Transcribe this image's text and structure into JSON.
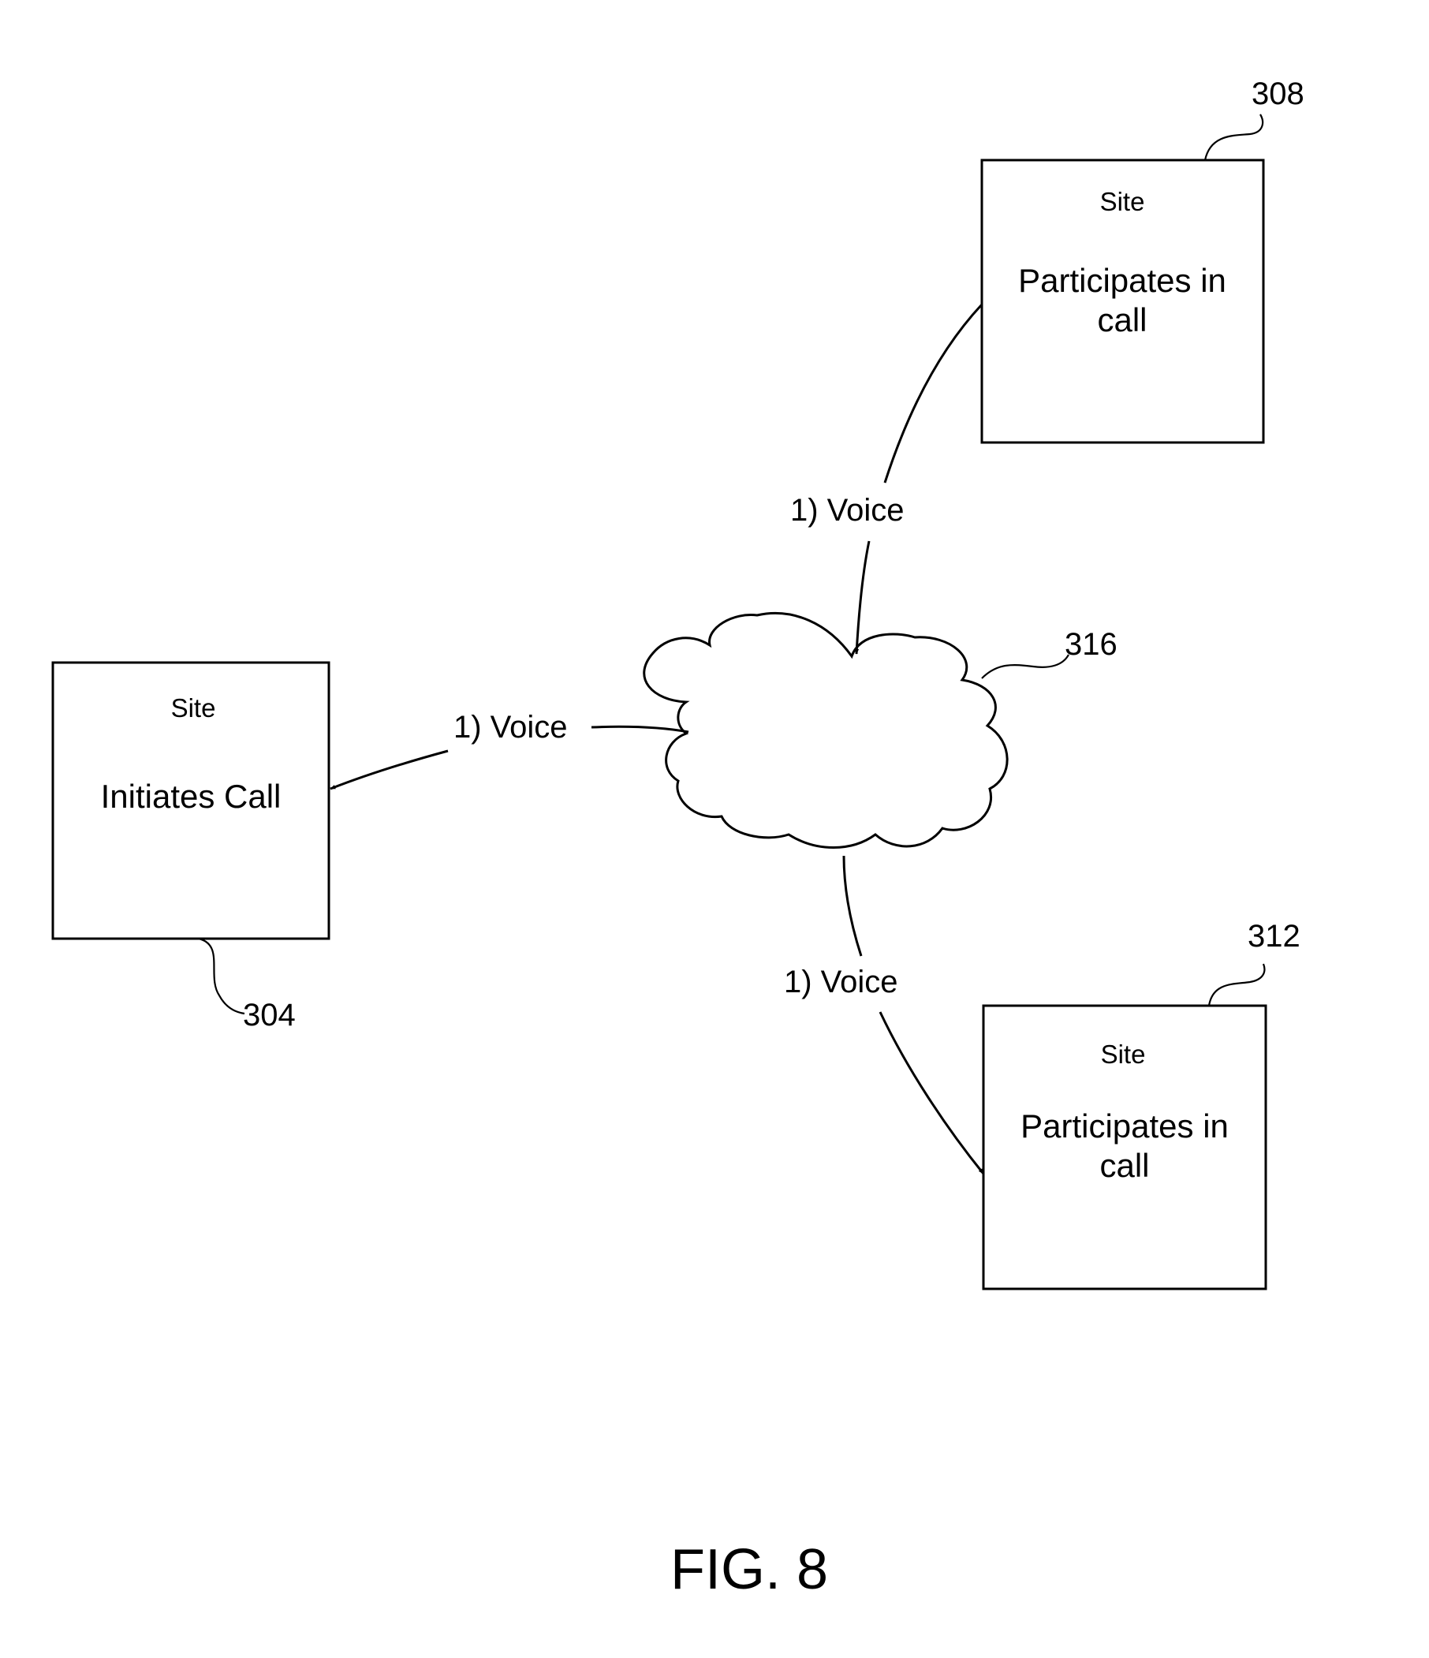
{
  "diagram": {
    "sites": {
      "site_304": {
        "title": "Site",
        "body": [
          "Initiates Call"
        ],
        "ref": "304"
      },
      "site_308": {
        "title": "Site",
        "body": [
          "Participates in",
          "call"
        ],
        "ref": "308"
      },
      "site_312": {
        "title": "Site",
        "body": [
          "Participates in",
          "call"
        ],
        "ref": "312"
      }
    },
    "network": {
      "ref": "316"
    },
    "flows": {
      "to_304": "1) Voice",
      "from_308": "1) Voice",
      "to_312": "1) Voice"
    },
    "figure_label": "FIG. 8"
  }
}
